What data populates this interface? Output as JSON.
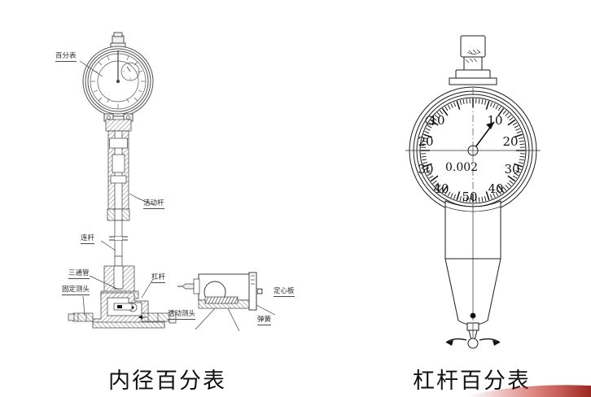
{
  "page": {
    "background": "#ffffff",
    "accent_red": "#c01a12"
  },
  "figures": [
    {
      "id": "inside-diameter-gauge",
      "caption": "内径百分表",
      "callouts": [
        {
          "key": "dial_indicator",
          "text": "百分表"
        },
        {
          "key": "movable_rod",
          "text": "活动杆"
        },
        {
          "key": "connecting_rod",
          "text": "连杆"
        },
        {
          "key": "tee_tube",
          "text": "三通管"
        },
        {
          "key": "fixed_probe",
          "text": "固定测头"
        },
        {
          "key": "lever",
          "text": "杠杆"
        },
        {
          "key": "movable_probe",
          "text": "活动测头"
        },
        {
          "key": "centering_plate",
          "text": "定心板"
        },
        {
          "key": "spring",
          "text": "弹簧"
        }
      ]
    },
    {
      "id": "lever-dial-gauge",
      "caption": "杠杆百分表",
      "dial": {
        "graduation_value": "0.002",
        "scale_numbers_left": [
          "10",
          "20",
          "30",
          "40"
        ],
        "scale_numbers_right": [
          "10",
          "20",
          "30",
          "40"
        ],
        "scale_number_bottom": "50"
      }
    }
  ]
}
